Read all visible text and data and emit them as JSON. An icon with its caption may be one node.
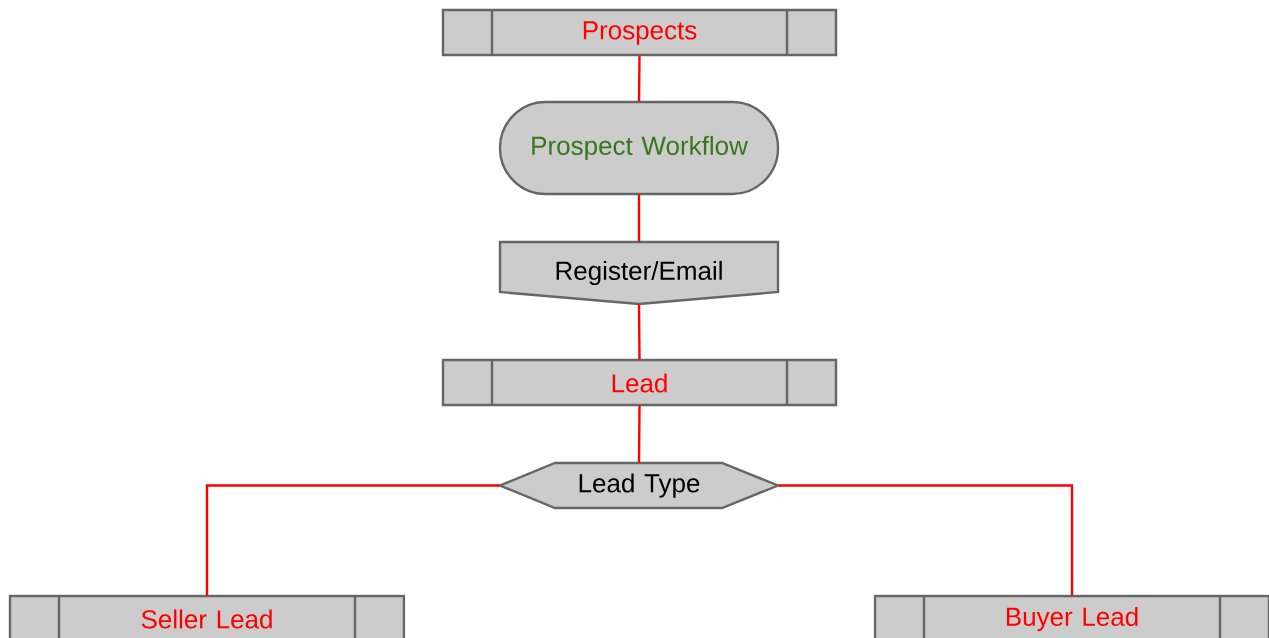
{
  "diagram": {
    "nodes": [
      {
        "text": [
          "Prospects"
        ]
      },
      {
        "text": [
          "Prospect Workflow"
        ]
      },
      {
        "text": [
          "Register/Email"
        ]
      },
      {
        "text": [
          "Lead"
        ]
      },
      {
        "text": [
          "Lead Type"
        ]
      },
      {
        "text": [
          "Seller Lead"
        ]
      },
      {
        "text": [
          "Buyer Lead"
        ]
      }
    ],
    "edges": [
      {
        "from": 0,
        "to": 1,
        "arrow": "none"
      },
      {
        "from": 1,
        "to": 2,
        "arrow": "none"
      },
      {
        "from": 2,
        "to": 3,
        "arrow": "none"
      },
      {
        "from": 3,
        "to": 4,
        "arrow": "none"
      },
      {
        "from": 4,
        "to": 5,
        "arrow": "none"
      },
      {
        "from": 4,
        "to": 6,
        "arrow": "none"
      }
    ]
  }
}
